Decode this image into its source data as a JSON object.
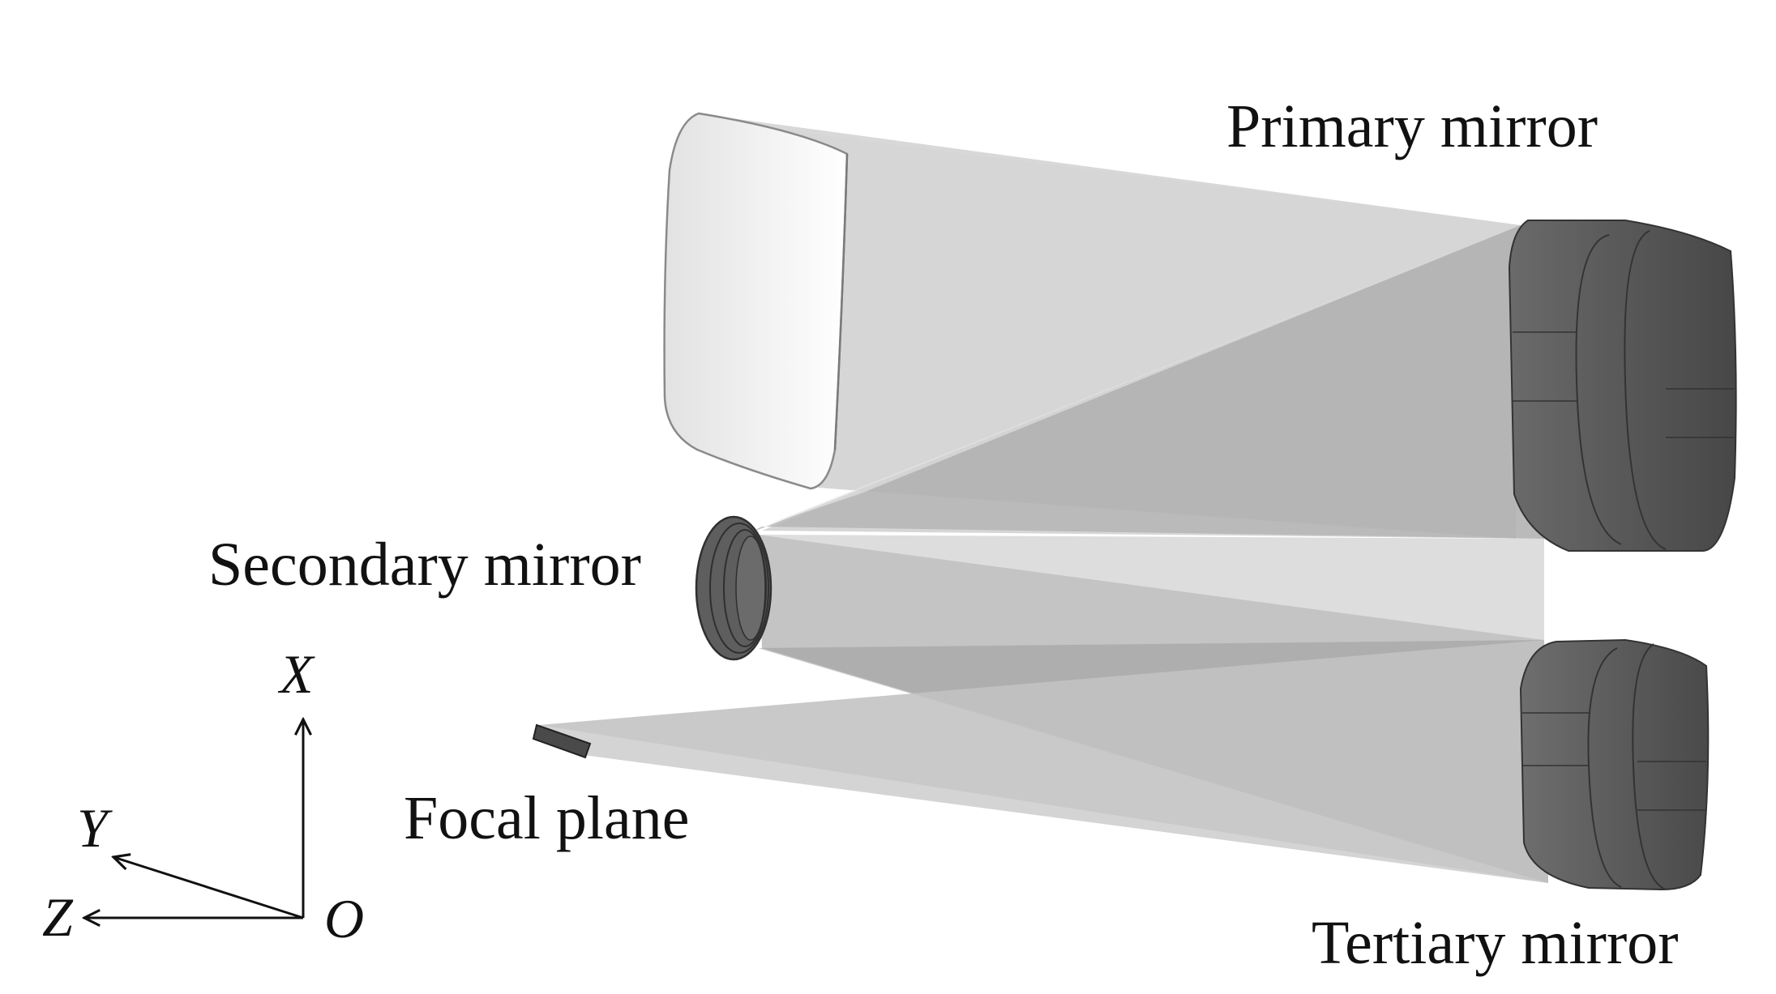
{
  "labels": {
    "primary": "Primary mirror",
    "secondary": "Secondary mirror",
    "tertiary": "Tertiary mirror",
    "focal": "Focal plane"
  },
  "axes": {
    "x": "X",
    "y": "Y",
    "z": "Z",
    "origin": "O"
  },
  "colors": {
    "background": "#ffffff",
    "beam": "#c8c8c8",
    "beam_dark": "#9a9a9a",
    "mirror": "#5a5a5a",
    "mirror_edge": "#3a3a3a",
    "text": "#111111"
  }
}
